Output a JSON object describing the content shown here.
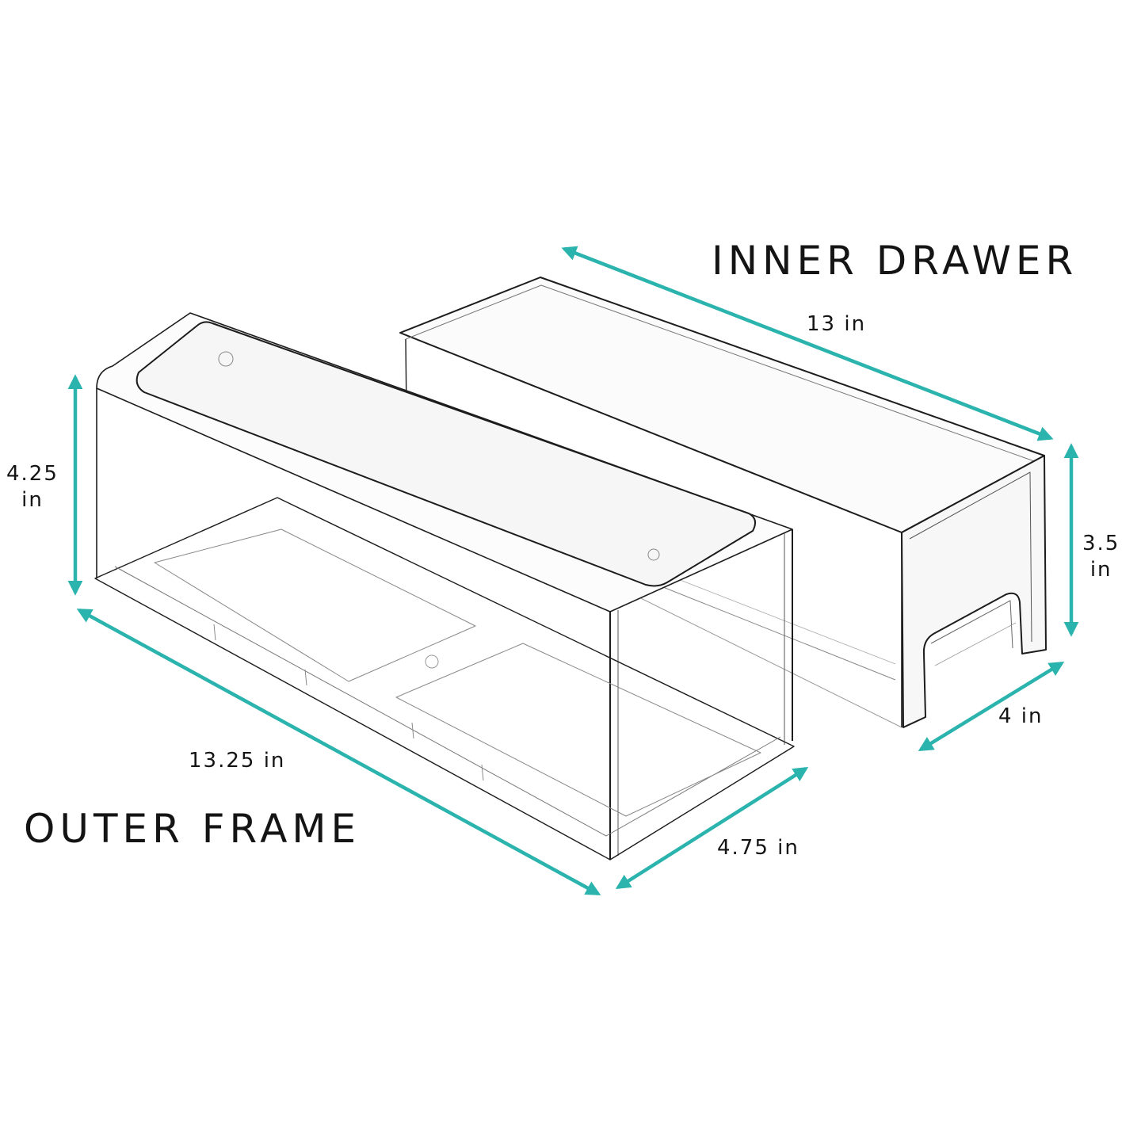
{
  "accent_color": "#2bb3ad",
  "inner_drawer": {
    "title": "INNER DRAWER",
    "length": "13 in",
    "height_value": "3.5",
    "height_unit": "in",
    "width": "4 in"
  },
  "outer_frame": {
    "title": "OUTER FRAME",
    "length": "13.25 in",
    "height_value": "4.25",
    "height_unit": "in",
    "width": "4.75 in"
  }
}
